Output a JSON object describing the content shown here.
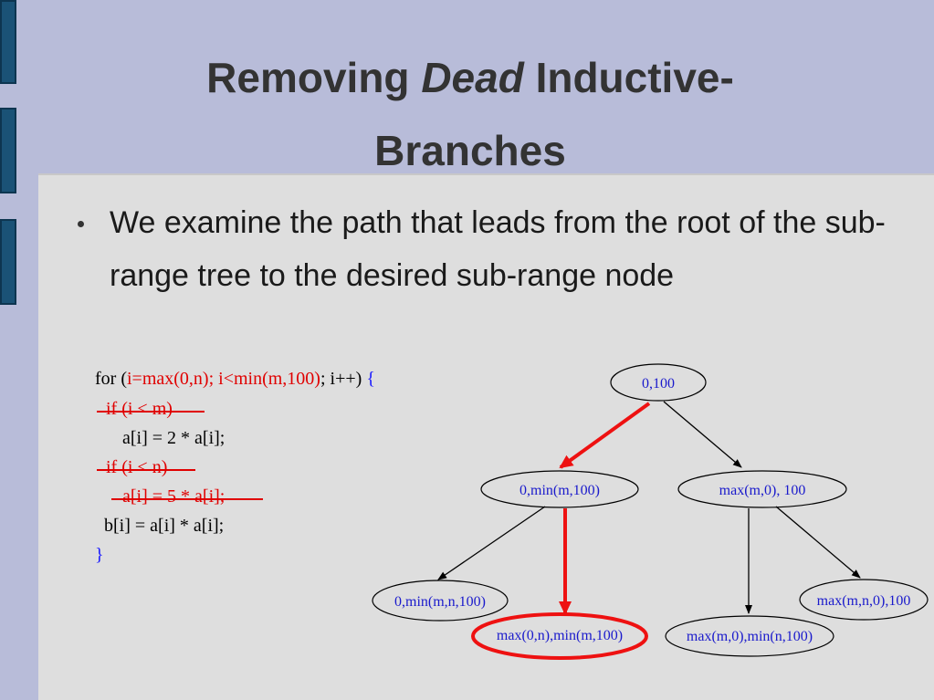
{
  "slide": {
    "title_part1": "Removing ",
    "title_italic": "Dead",
    "title_part2": " Inductive-",
    "title_line2": "Branches",
    "bullet": "We examine the path that leads from the root of the sub-range tree to the desired sub-range node"
  },
  "code": {
    "l1_a": "for (",
    "l1_b": "i=max(0,n); i<min(m,100)",
    "l1_c": "; i++) ",
    "l1_d": "{",
    "l2": "if (i < m)",
    "l3": "a[i] = 2 * a[i];",
    "l4": "if (i < n)",
    "l5": "a[i] = 5 * a[i];",
    "l6": "b[i] = a[i] * a[i];",
    "l7": "}"
  },
  "tree": {
    "root": "0,100",
    "left": "0,min(m,100)",
    "right": "max(m,0), 100",
    "ll": "0,min(m,n,100)",
    "lr": "max(0,n),min(m,100)",
    "rl": "max(m,0),min(n,100)",
    "rr": "max(m,n,0),100"
  },
  "colors": {
    "highlight": "#ee1111",
    "node_text": "#1a1acc",
    "tab": "#1a5276"
  }
}
